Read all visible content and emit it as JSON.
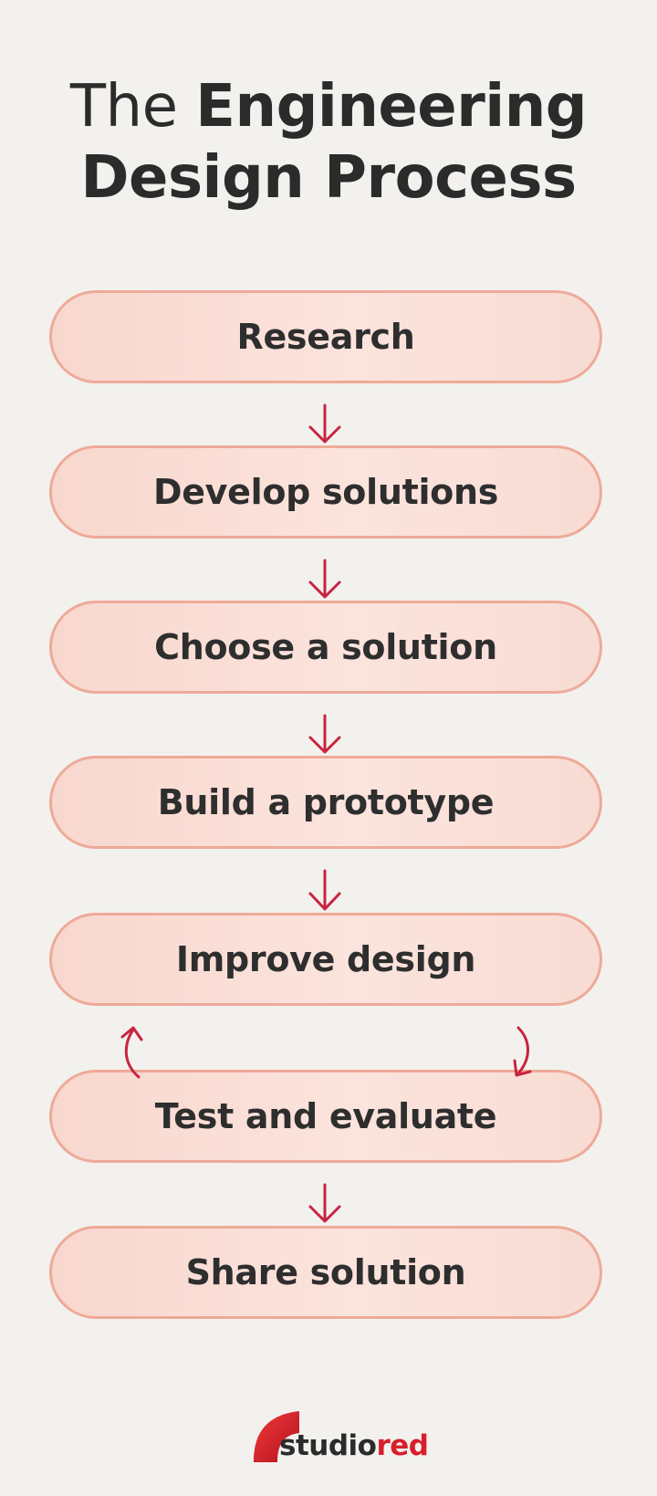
{
  "title": {
    "light": "The",
    "bold_line1": "Engineering",
    "bold_line2": "Design Process"
  },
  "steps": [
    "Research",
    "Develop solutions",
    "Choose a solution",
    "Build a prototype",
    "Improve design",
    "Test and evaluate",
    "Share solution"
  ],
  "logo": {
    "part1": "studio",
    "part2": "red",
    "brand_color": "#d81e2c"
  },
  "colors": {
    "arrow": "#c8243f",
    "box_border": "#eeaa98",
    "box_fill": "#fbe4dd",
    "background": "#f3f1ee"
  }
}
